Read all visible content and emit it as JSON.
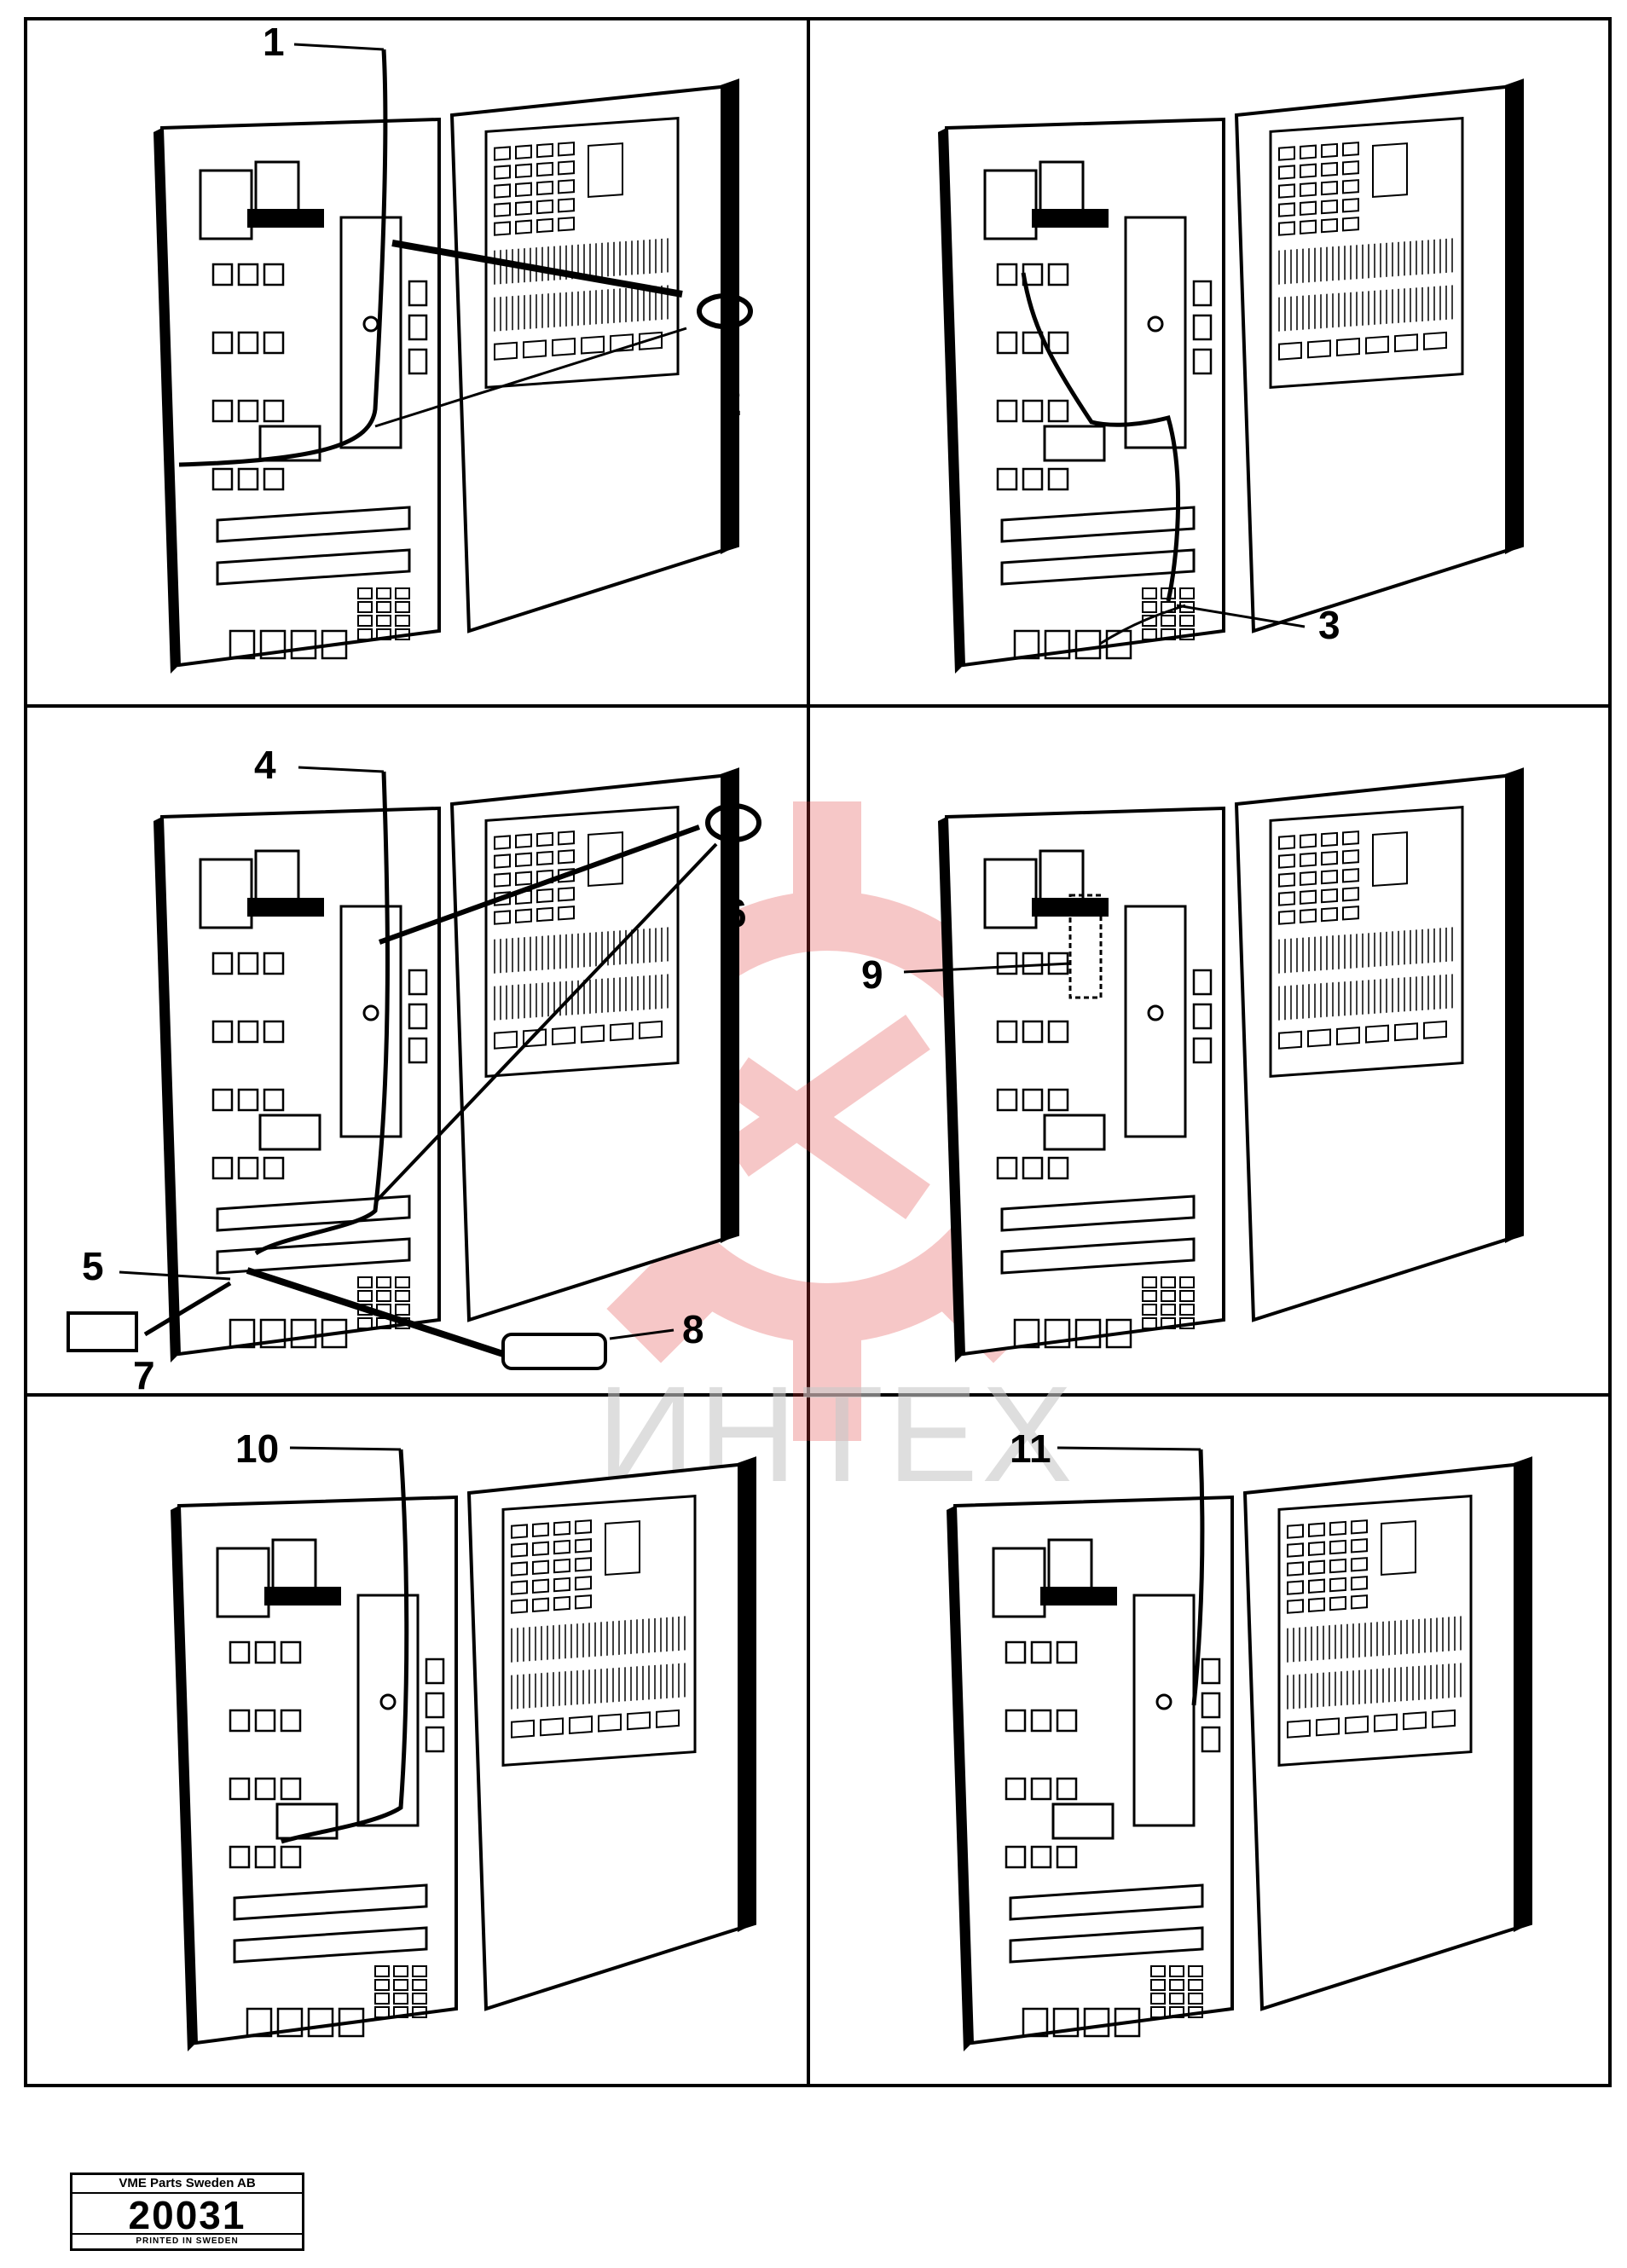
{
  "diagram": {
    "callouts": {
      "c1": "1",
      "c2": "2",
      "c3": "3",
      "c4": "4",
      "c5": "5",
      "c6": "6",
      "c7": "7",
      "c8": "8",
      "c9": "9",
      "c10": "10",
      "c11": "11"
    }
  },
  "watermark": {
    "text": "ИНТЕХ",
    "color": "#e23a3a"
  },
  "stamp": {
    "company": "VME Parts Sweden AB",
    "number": "20031",
    "printed": "PRINTED IN SWEDEN"
  }
}
